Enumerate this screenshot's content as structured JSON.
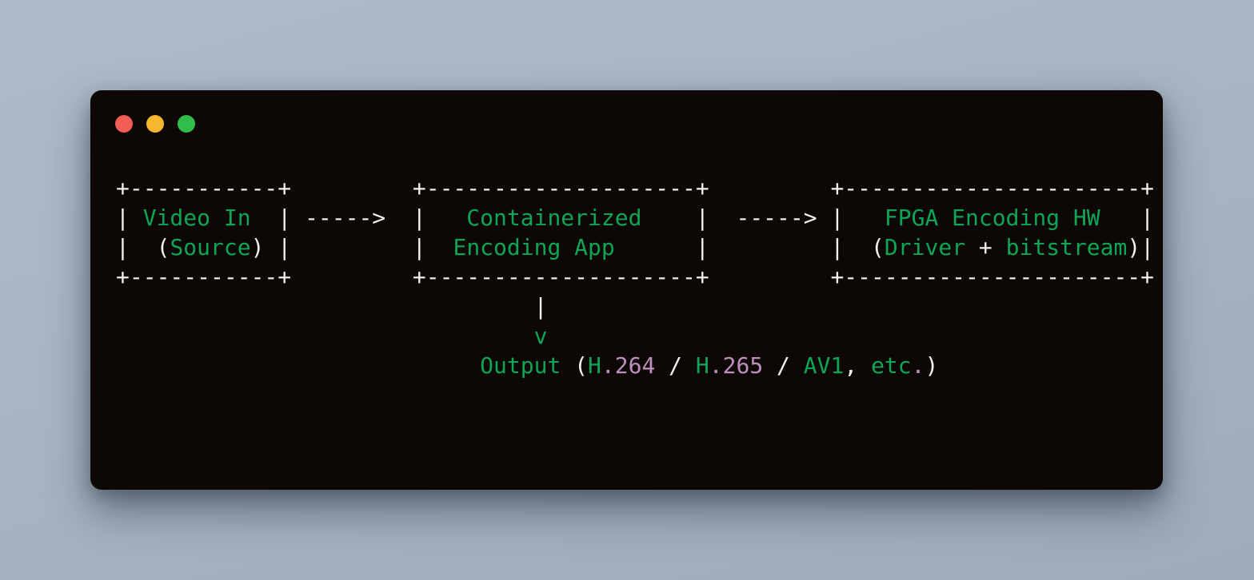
{
  "colors": {
    "desktop_bg": "#a7b4c2",
    "window_bg": "#0d0805",
    "fg": "#f3f1ee",
    "green": "#0ea556",
    "pink": "#bc8fbe"
  },
  "window": {
    "controls": [
      {
        "name": "close",
        "color": "#f25d55"
      },
      {
        "name": "minimize",
        "color": "#f5b72f"
      },
      {
        "name": "zoom",
        "color": "#30bd4a"
      }
    ]
  },
  "diagram": {
    "flow_summary": {
      "nodes": [
        "Video In (Source)",
        "Containerized Encoding App",
        "FPGA Encoding HW (Driver + bitstream)"
      ],
      "arrow": "----->",
      "output": "Output (H.264 / H.265 / AV1, etc.)"
    },
    "lines": [
      [
        {
          "t": "+-----------+         +--------------------+         +----------------------+",
          "c": "fg"
        }
      ],
      [
        {
          "t": "| ",
          "c": "fg"
        },
        {
          "t": "Video In",
          "c": "green"
        },
        {
          "t": "  | ----->  |   ",
          "c": "fg"
        },
        {
          "t": "Containerized",
          "c": "green"
        },
        {
          "t": "    |  -----> |   ",
          "c": "fg"
        },
        {
          "t": "FPGA Encoding HW",
          "c": "green"
        },
        {
          "t": "   |",
          "c": "fg"
        }
      ],
      [
        {
          "t": "|  (",
          "c": "fg"
        },
        {
          "t": "Source",
          "c": "green"
        },
        {
          "t": ") |         |  ",
          "c": "fg"
        },
        {
          "t": "Encoding App",
          "c": "green"
        },
        {
          "t": "      |         |  (",
          "c": "fg"
        },
        {
          "t": "Driver",
          "c": "green"
        },
        {
          "t": " + ",
          "c": "fg"
        },
        {
          "t": "bitstream",
          "c": "green"
        },
        {
          "t": ")|",
          "c": "fg"
        }
      ],
      [
        {
          "t": "+-----------+         +--------------------+         +----------------------+",
          "c": "fg"
        }
      ],
      [
        {
          "t": "                               |",
          "c": "fg"
        }
      ],
      [
        {
          "t": "                               ",
          "c": "fg"
        },
        {
          "t": "v",
          "c": "green"
        }
      ],
      [
        {
          "t": "                           ",
          "c": "fg"
        },
        {
          "t": "Output",
          "c": "green"
        },
        {
          "t": " (",
          "c": "fg"
        },
        {
          "t": "H",
          "c": "green"
        },
        {
          "t": ".264",
          "c": "pink"
        },
        {
          "t": " / ",
          "c": "fg"
        },
        {
          "t": "H",
          "c": "green"
        },
        {
          "t": ".265",
          "c": "pink"
        },
        {
          "t": " / ",
          "c": "fg"
        },
        {
          "t": "AV1",
          "c": "green"
        },
        {
          "t": ", ",
          "c": "fg"
        },
        {
          "t": "etc",
          "c": "green"
        },
        {
          "t": ".",
          "c": "pink"
        },
        {
          "t": ")",
          "c": "fg"
        }
      ]
    ]
  }
}
